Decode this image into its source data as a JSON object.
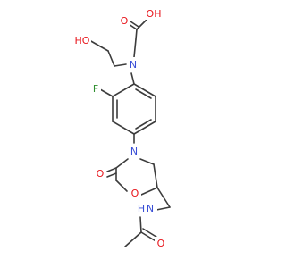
{
  "diagram": {
    "colors": {
      "bond": "#3c3c3c",
      "oxygen": "#e8151b",
      "nitrogen": "#3a4fd6",
      "fluorine": "#2f8f2f",
      "carbon": "#3c3c3c"
    },
    "labels": {
      "ho": "HO",
      "oh": "OH",
      "o_carboxyl": "O",
      "n_amine": "N",
      "f": "F",
      "n_ring": "N",
      "o_carbonyl_ring": "O",
      "o_ring": "O",
      "nh": "H",
      "nh_n": "N",
      "o_acetyl": "O"
    }
  }
}
